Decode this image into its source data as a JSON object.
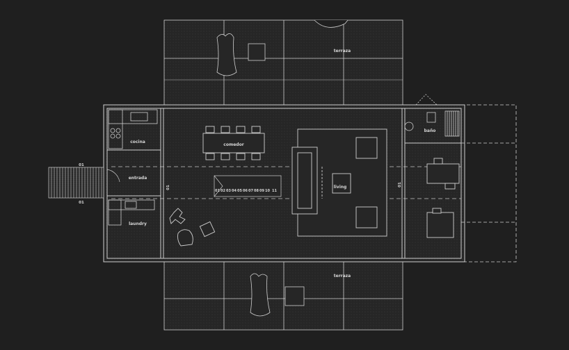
{
  "colors": {
    "background": "#1f1f1f",
    "lines": "#cfcfcf",
    "hatch": "#3a3a3a"
  },
  "rooms": {
    "terraza_top": "terraza",
    "terraza_bottom": "terraza",
    "cocina": "cocina",
    "entrada": "entrada",
    "laundry": "laundry",
    "comedor": "comedor",
    "living": "living",
    "bano": "baño"
  },
  "section_marks": {
    "left_upper": "01",
    "left_lower": "01",
    "inner_left": "01",
    "inner_right": "01"
  },
  "stair_steps": [
    "01",
    "02",
    "03",
    "04",
    "05",
    "06",
    "07",
    "08",
    "09",
    "10",
    "11"
  ]
}
